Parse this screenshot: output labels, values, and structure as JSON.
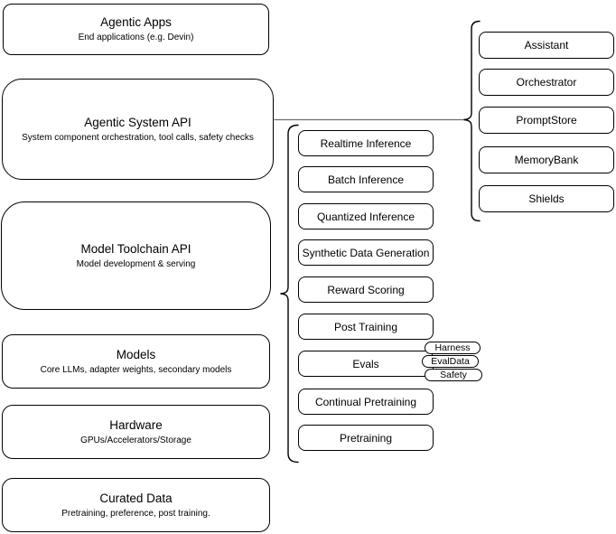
{
  "diagram": {
    "colors": {
      "background": "#ffffff",
      "node_fill": "#ffffff",
      "node_stroke": "#000000",
      "text": "#000000",
      "connector_line": "#6e6e6e",
      "brace_stroke": "#000000"
    },
    "left_column": [
      {
        "title": "Agentic Apps",
        "subtitle": "End applications (e.g. Devin)"
      },
      {
        "title": "Agentic System API",
        "subtitle": "System component orchestration, tool calls, safety checks"
      },
      {
        "title": "Model Toolchain API",
        "subtitle": "Model development & serving"
      },
      {
        "title": "Models",
        "subtitle": "Core LLMs, adapter weights, secondary models"
      },
      {
        "title": "Hardware",
        "subtitle": "GPUs/Accelerators/Storage"
      },
      {
        "title": "Curated Data",
        "subtitle": "Pretraining, preference, post training."
      }
    ],
    "toolchain_column": {
      "items": [
        "Realtime Inference",
        "Batch Inference",
        "Quantized Inference",
        "Synthetic Data Generation",
        "Reward Scoring",
        "Post Training",
        "Evals",
        "Continual Pretraining",
        "Pretraining"
      ]
    },
    "evals_pills": [
      "Harness",
      "EvalData",
      "Safety"
    ],
    "system_column": [
      "Assistant",
      "Orchestrator",
      "PromptStore",
      "MemoryBank",
      "Shields"
    ]
  }
}
